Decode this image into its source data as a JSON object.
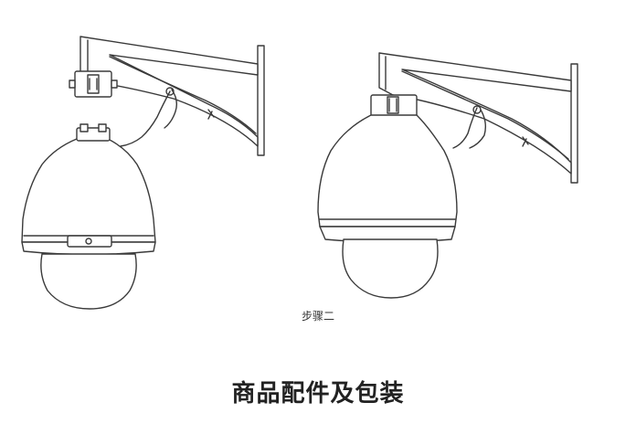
{
  "page": {
    "step_caption": "步骤二",
    "section_title": "商品配件及包装"
  },
  "figures": [
    {
      "id": "camera-left",
      "icon": "dome-camera-wall-mount-detached"
    },
    {
      "id": "camera-right",
      "icon": "dome-camera-wall-mount-attached"
    }
  ],
  "colors": {
    "line": "#3a3a3a",
    "title": "#222222",
    "caption": "#333333"
  }
}
